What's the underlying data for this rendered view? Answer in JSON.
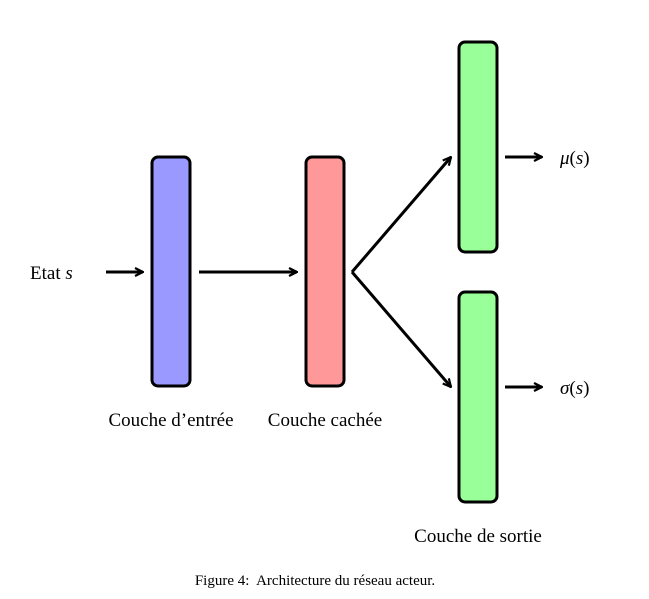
{
  "diagram": {
    "input_label": {
      "text": "Etat",
      "var": "s"
    },
    "layers": [
      {
        "id": "input",
        "label": "Couche d’entrée",
        "color": "#9999ff"
      },
      {
        "id": "hidden",
        "label": "Couche cachée",
        "color": "#ff9999"
      },
      {
        "id": "output-mu",
        "color": "#99ff99"
      },
      {
        "id": "output-sigma",
        "color": "#99ff99"
      }
    ],
    "output_group_label": "Couche de sortie",
    "outputs": [
      {
        "func": "μ",
        "arg": "s"
      },
      {
        "func": "σ",
        "arg": "s"
      }
    ]
  },
  "caption": "Figure 4:  Architecture du réseau acteur."
}
